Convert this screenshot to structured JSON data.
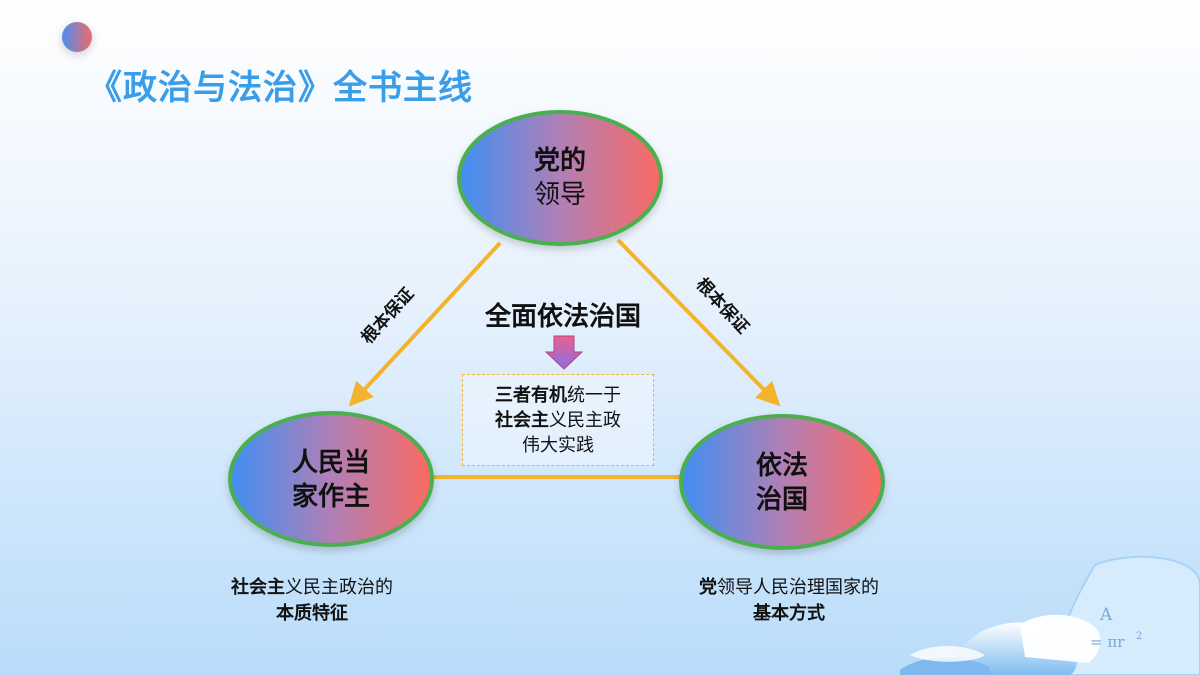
{
  "title": "《政治与法治》全书主线",
  "nodes": {
    "party": {
      "line1": "党的",
      "line2": "领导"
    },
    "people": {
      "line1": "人民当",
      "line2": "家作主"
    },
    "law": {
      "line1": "依法",
      "line2": "治国"
    }
  },
  "edge_labels": {
    "left": "根本保证",
    "right": "根本保证"
  },
  "center": {
    "title": "全面依法治国",
    "box_bold1": "三者有机",
    "box_rest1": "统一于",
    "box_bold2": "社会主",
    "box_rest2": "义民主政",
    "box_line3": "伟大实践"
  },
  "caption_left": {
    "bold1": "社会主",
    "rest1": "义民主政治的",
    "line2": "本质特征"
  },
  "caption_right": {
    "bold1": "党",
    "rest1": "领导人民治理国家的",
    "line2": "基本方式"
  },
  "deco": {
    "symbol_a": "A",
    "formula": "= πr",
    "exponent": "2"
  },
  "colors": {
    "title": "#3a9de8",
    "arrow": "#f4b32c",
    "ellipse_border": "#4caf50",
    "grad_left": "#3f8ff4",
    "grad_right": "#fb6a63"
  }
}
